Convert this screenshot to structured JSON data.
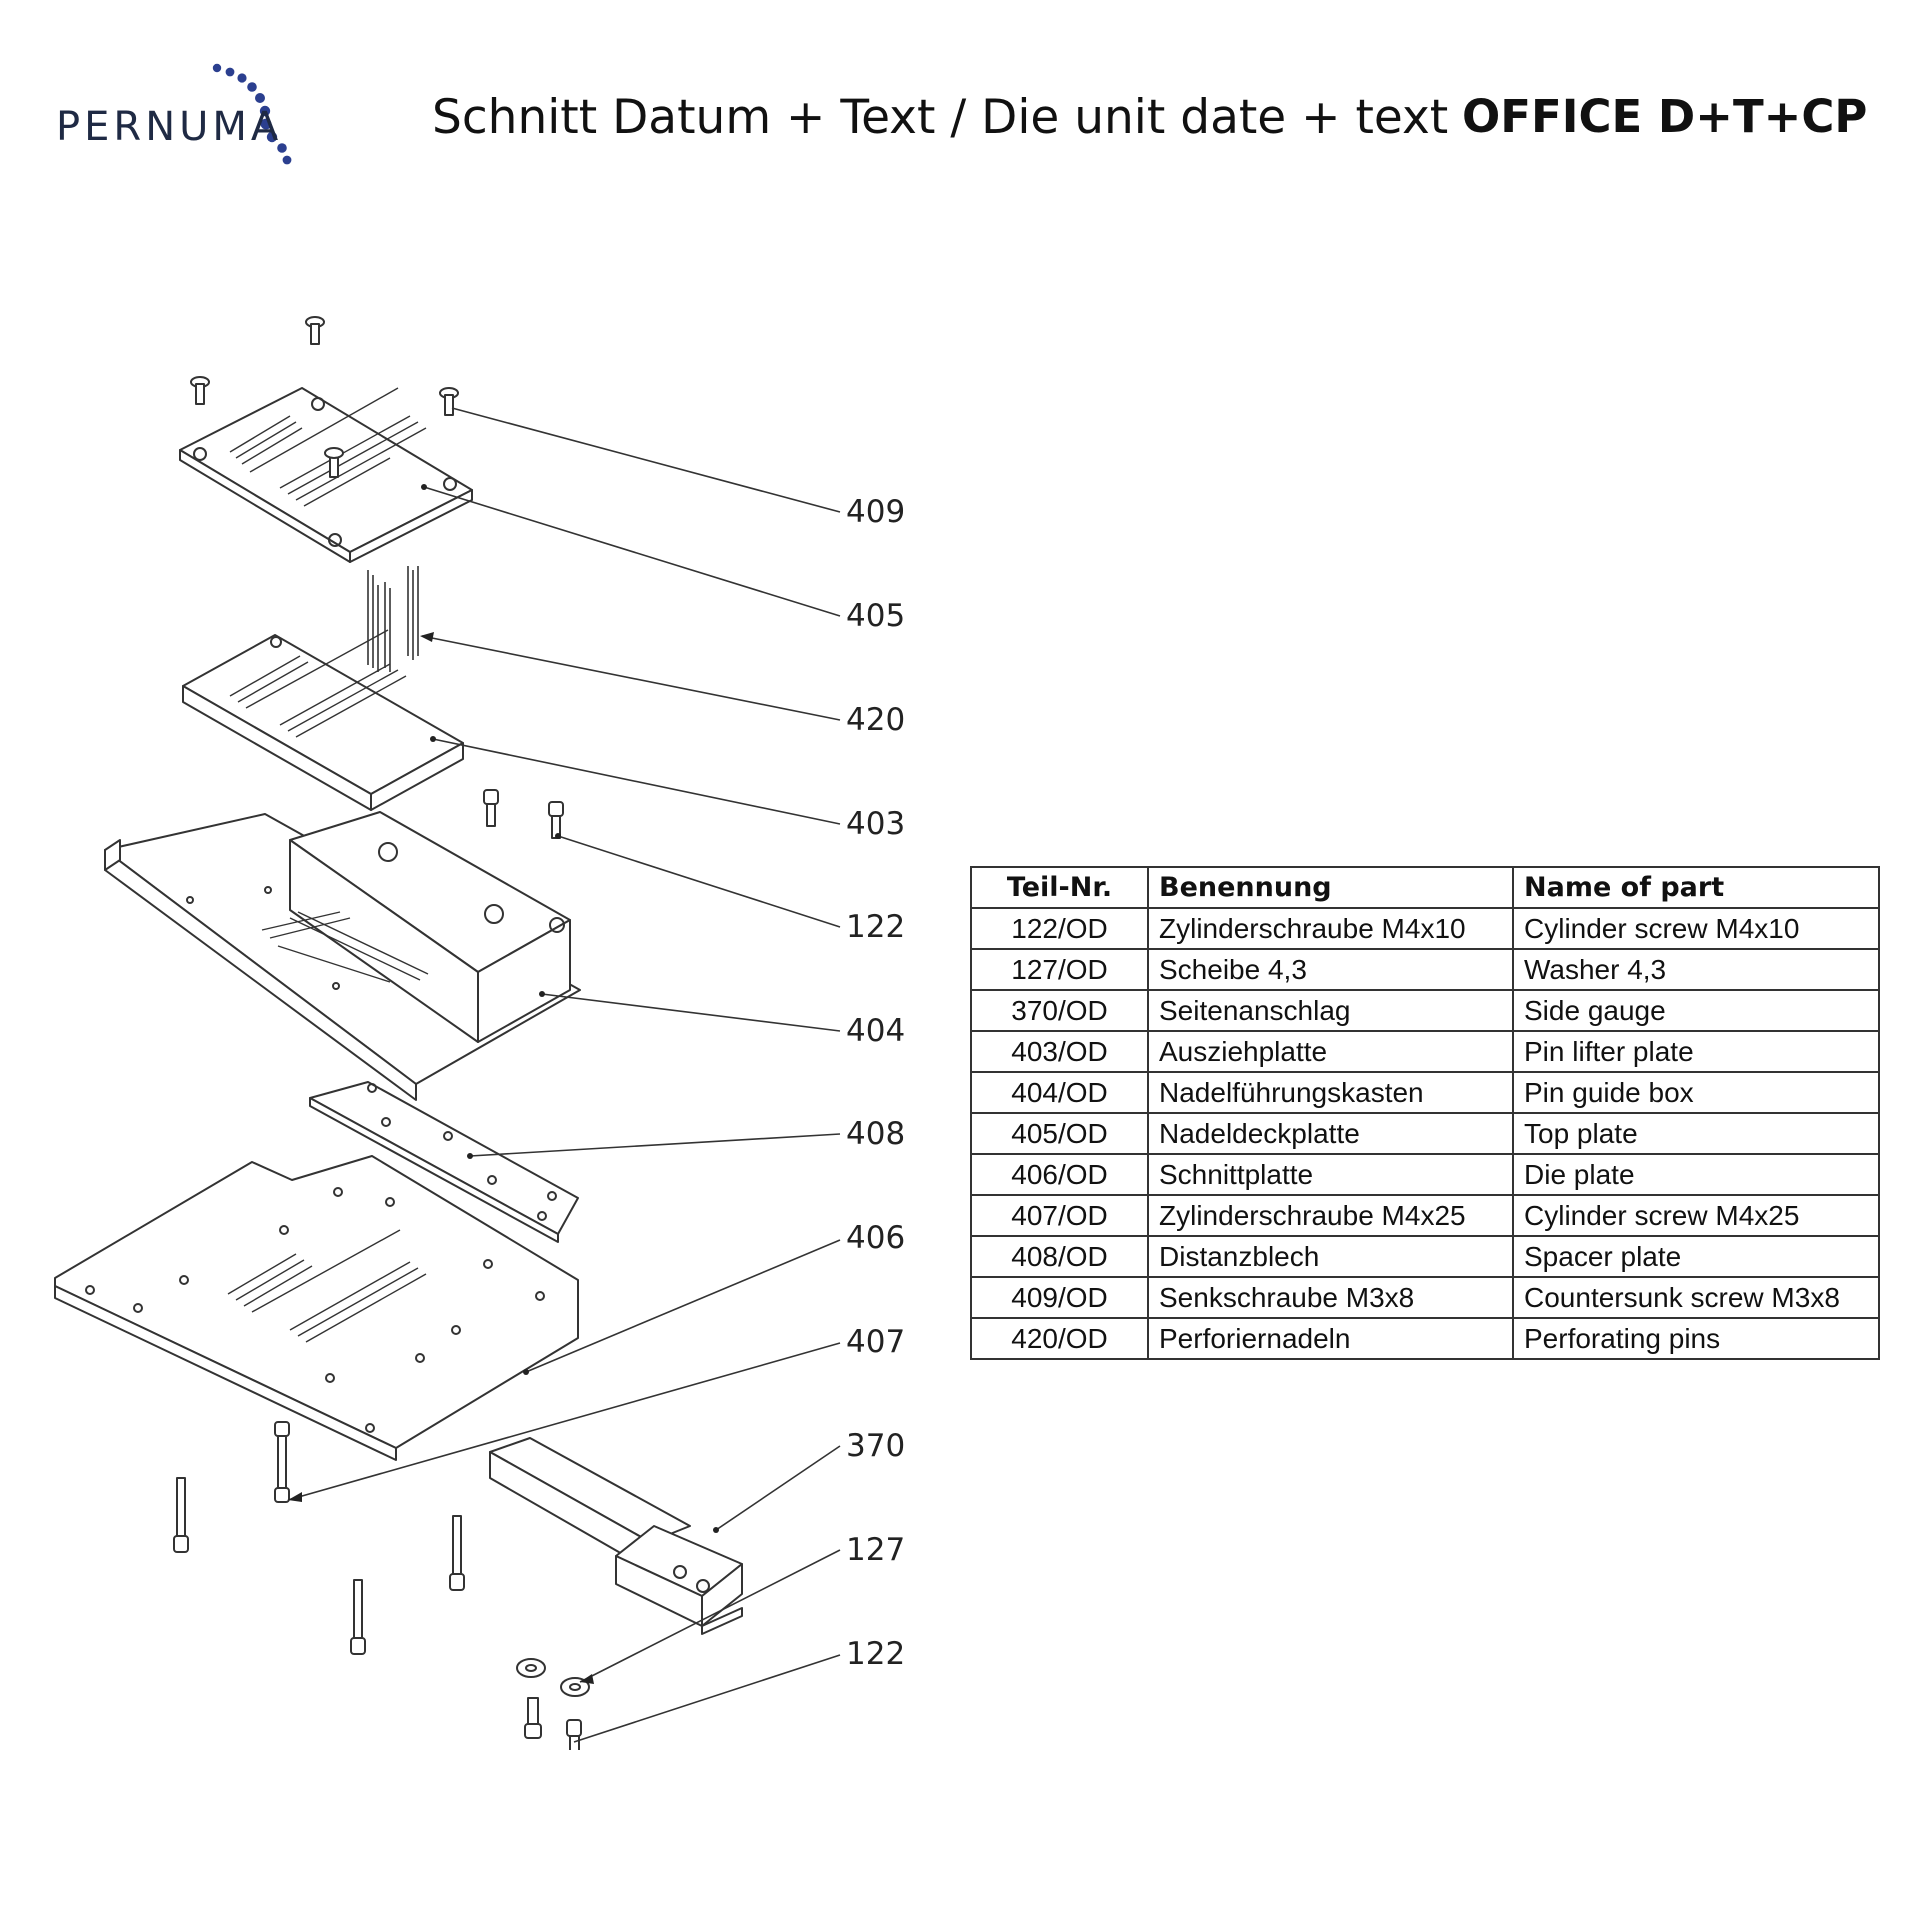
{
  "header": {
    "logo_text": "PERNUMA",
    "title": "Schnitt Datum + Text / Die unit date + text",
    "model": "OFFICE D+T+CP"
  },
  "callouts": [
    "409",
    "405",
    "420",
    "403",
    "122",
    "404",
    "408",
    "406",
    "407",
    "370",
    "127",
    "122"
  ],
  "table": {
    "headers": [
      "Teil-Nr.",
      "Benennung",
      "Name of part"
    ],
    "rows": [
      [
        "122/OD",
        "Zylinderschraube M4x10",
        "Cylinder screw M4x10"
      ],
      [
        "127/OD",
        "Scheibe 4,3",
        "Washer 4,3"
      ],
      [
        "370/OD",
        "Seitenanschlag",
        "Side gauge"
      ],
      [
        "403/OD",
        "Ausziehplatte",
        "Pin lifter plate"
      ],
      [
        "404/OD",
        "Nadelführungskasten",
        "Pin guide box"
      ],
      [
        "405/OD",
        "Nadeldeckplatte",
        "Top plate"
      ],
      [
        "406/OD",
        "Schnittplatte",
        "Die plate"
      ],
      [
        "407/OD",
        "Zylinderschraube M4x25",
        "Cylinder screw M4x25"
      ],
      [
        "408/OD",
        "Distanzblech",
        "Spacer plate"
      ],
      [
        "409/OD",
        "Senkschraube M3x8",
        "Countersunk screw M3x8"
      ],
      [
        "420/OD",
        "Perforiernadeln",
        "Perforating pins"
      ]
    ]
  },
  "colors": {
    "logo_dots": "#2b3f8f",
    "lines": "#333333"
  }
}
